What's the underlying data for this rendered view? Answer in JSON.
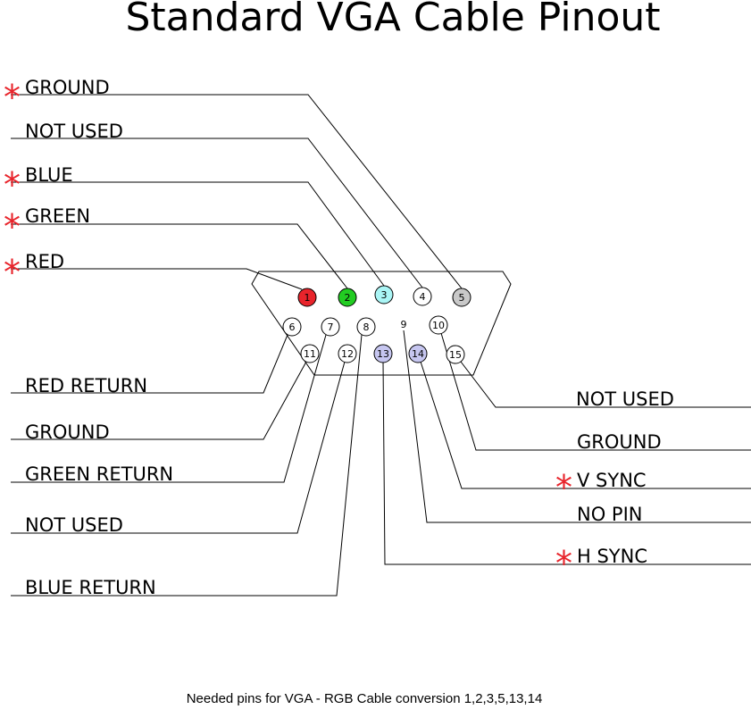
{
  "title": "Standard VGA Cable Pinout",
  "footer": "Needed pins for VGA - RGB Cable conversion 1,2,3,5,13,14",
  "colors": {
    "red": "#e8242b",
    "green": "#22cc22",
    "cyan": "#aaf5f5",
    "gray": "#c8c8c8",
    "lavender": "#c6c6f0",
    "white": "#ffffff"
  },
  "pins": [
    {
      "num": "1",
      "label": "RED",
      "needed": true,
      "color": "#e8242b"
    },
    {
      "num": "2",
      "label": "GREEN",
      "needed": true,
      "color": "#22cc22"
    },
    {
      "num": "3",
      "label": "BLUE",
      "needed": true,
      "color": "#aaf5f5"
    },
    {
      "num": "4",
      "label": "NOT USED",
      "needed": false,
      "color": "#ffffff"
    },
    {
      "num": "5",
      "label": "GROUND",
      "needed": true,
      "color": "#c8c8c8"
    },
    {
      "num": "6",
      "label": "RED RETURN",
      "needed": false,
      "color": "#ffffff"
    },
    {
      "num": "7",
      "label": "GROUND",
      "needed": false,
      "color": "#ffffff"
    },
    {
      "num": "8",
      "label": "GREEN RETURN",
      "needed": false,
      "color": "#ffffff"
    },
    {
      "num": "9",
      "label": "NO PIN",
      "needed": false,
      "color": "none"
    },
    {
      "num": "10",
      "label": "GROUND",
      "needed": false,
      "color": "#ffffff"
    },
    {
      "num": "11",
      "label": "NOT USED",
      "needed": false,
      "color": "#ffffff"
    },
    {
      "num": "12",
      "label": "BLUE RETURN",
      "needed": false,
      "color": "#ffffff"
    },
    {
      "num": "13",
      "label": "H SYNC",
      "needed": true,
      "color": "#c6c6f0"
    },
    {
      "num": "14",
      "label": "V SYNC",
      "needed": true,
      "color": "#c6c6f0"
    },
    {
      "num": "15",
      "label": "NOT USED",
      "needed": false,
      "color": "#ffffff"
    }
  ],
  "star_glyph": "*"
}
